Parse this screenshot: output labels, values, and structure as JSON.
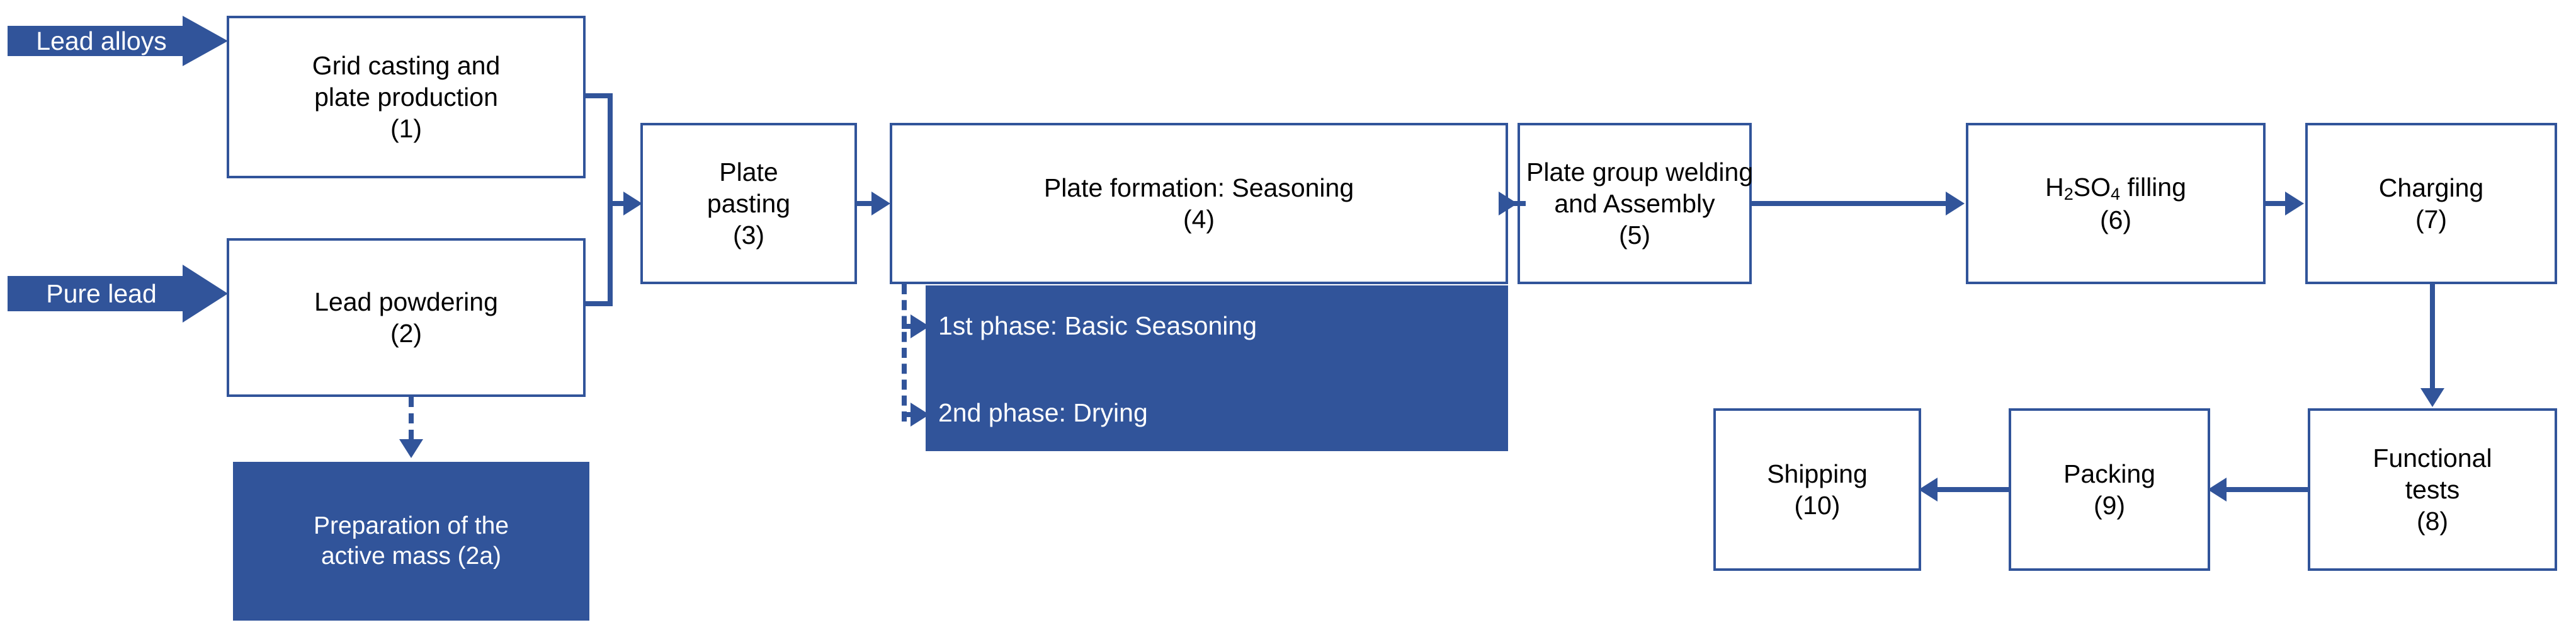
{
  "diagram": {
    "title": "Lead-acid battery manufacturing process flow",
    "accent_color": "#31549A",
    "text_color": "#000000",
    "inverse_text_color": "#FFFFFF",
    "background": "#FFFFFF"
  },
  "inputs": [
    {
      "id": "lead-alloys",
      "label": "Lead alloys"
    },
    {
      "id": "pure-lead",
      "label": "Pure lead"
    }
  ],
  "nodes": [
    {
      "id": "n1",
      "number": "(1)",
      "line1": "Grid casting and",
      "line2": "plate production",
      "line3": "(1)",
      "style": "outlined"
    },
    {
      "id": "n2",
      "number": "(2)",
      "line1": "Lead powdering",
      "line2": "(2)",
      "line3": "",
      "style": "outlined"
    },
    {
      "id": "n2a",
      "number": "(2a)",
      "line1": "Preparation of the",
      "line2": "active mass (2a)",
      "line3": "",
      "style": "filled"
    },
    {
      "id": "n3",
      "number": "(3)",
      "line1": "Plate",
      "line2": "pasting",
      "line3": "(3)",
      "style": "outlined"
    },
    {
      "id": "n4",
      "number": "(4)",
      "line1": "Plate formation: Seasoning",
      "line2": "(4)",
      "line3": "",
      "style": "outlined"
    },
    {
      "id": "n5",
      "number": "(5)",
      "line1": "Plate group welding",
      "line2": "and Assembly",
      "line3": "(5)",
      "style": "outlined"
    },
    {
      "id": "n6",
      "number": "(6)",
      "line1": "H2SO4 filling",
      "line2": "(6)",
      "line3": "",
      "style": "outlined",
      "formula": true
    },
    {
      "id": "n7",
      "number": "(7)",
      "line1": "Charging",
      "line2": "(7)",
      "line3": "",
      "style": "outlined"
    },
    {
      "id": "n8",
      "number": "(8)",
      "line1": "Functional",
      "line2": "tests",
      "line3": "(8)",
      "style": "outlined"
    },
    {
      "id": "n9",
      "number": "(9)",
      "line1": "Packing",
      "line2": "(9)",
      "line3": "",
      "style": "outlined"
    },
    {
      "id": "n10",
      "number": "(10)",
      "line1": "Shipping",
      "line2": "(10)",
      "line3": "",
      "style": "outlined"
    }
  ],
  "formula": {
    "h": "H",
    "h_sub": "2",
    "s": "SO",
    "s_sub": "4",
    "tail": " filling"
  },
  "phases": [
    {
      "id": "phase-1",
      "label": "1st phase: Basic Seasoning"
    },
    {
      "id": "phase-2",
      "label": "2nd phase: Drying"
    }
  ],
  "connections": [
    {
      "from": "lead-alloys",
      "to": "n1",
      "kind": "chevron"
    },
    {
      "from": "pure-lead",
      "to": "n2",
      "kind": "chevron"
    },
    {
      "from": "n1",
      "to": "n3",
      "kind": "solid"
    },
    {
      "from": "n2",
      "to": "n3",
      "kind": "solid"
    },
    {
      "from": "n2",
      "to": "n2a",
      "kind": "dashed"
    },
    {
      "from": "n3",
      "to": "n4",
      "kind": "solid"
    },
    {
      "from": "n4",
      "to": "phase-1",
      "kind": "dashed"
    },
    {
      "from": "n4",
      "to": "phase-2",
      "kind": "dashed"
    },
    {
      "from": "n4",
      "to": "n5",
      "kind": "solid"
    },
    {
      "from": "n5",
      "to": "n6",
      "kind": "solid"
    },
    {
      "from": "n6",
      "to": "n7",
      "kind": "solid"
    },
    {
      "from": "n7",
      "to": "n8",
      "kind": "solid"
    },
    {
      "from": "n8",
      "to": "n9",
      "kind": "solid"
    },
    {
      "from": "n9",
      "to": "n10",
      "kind": "solid"
    }
  ]
}
